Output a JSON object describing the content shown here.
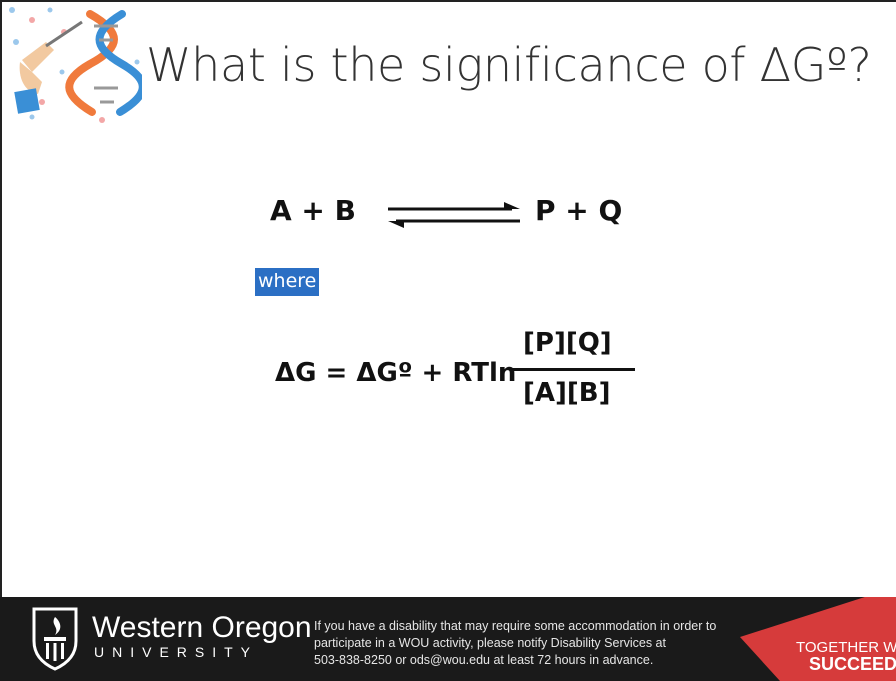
{
  "slide": {
    "title": "What is the significance of ΔGº?",
    "reaction": {
      "left": "A + B",
      "right": "P + Q"
    },
    "where_label": "where",
    "equation": {
      "lhs": "ΔG = ΔGº + RTln",
      "numerator": "[P][Q]",
      "denominator": "[A][B]"
    }
  },
  "footer": {
    "university_name": "Western Oregon",
    "university_sub": "UNIVERSITY",
    "notice_lines": [
      "If you have a disability that may require some accommodation in order to",
      "participate in a WOU activity, please notify Disability Services at",
      "503-838-8250 or ods@wou.edu at least 72 hours in advance."
    ],
    "tagline_line1": "TOGETHER WE",
    "tagline_line2": "SUCCEED"
  },
  "colors": {
    "footer_bg": "#1a1a1a",
    "accent_red": "#d63b3b",
    "highlight_blue": "#2b6fc4",
    "dna_orange": "#f07a3c",
    "dna_blue": "#3a8fd6"
  },
  "icons": [
    "dna-icon",
    "hand-icon",
    "university-shield-icon",
    "reversible-arrow-icon"
  ]
}
